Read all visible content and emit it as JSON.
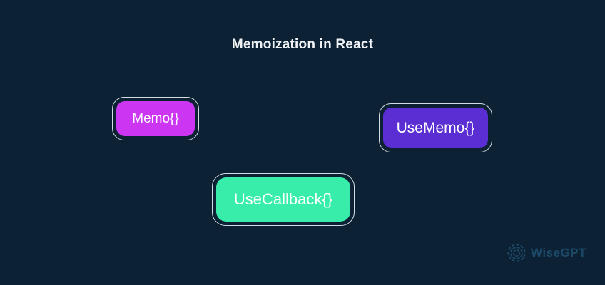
{
  "title": "Memoization in React",
  "boxes": [
    {
      "id": "memo",
      "label": "Memo{}",
      "fill": "#cc35f2"
    },
    {
      "id": "usememo",
      "label": "UseMemo{}",
      "fill": "#5a2ed2"
    },
    {
      "id": "usecallback",
      "label": "UseCallback{}",
      "fill": "#38edaa"
    }
  ],
  "watermark": {
    "brand": "WiseGPT",
    "icon": "swirl-icon",
    "color": "#1d4c6b"
  },
  "colors": {
    "background": "#0c2133",
    "ring": "#e4edf3",
    "box_text": "#ffffff",
    "title_text": "#eef2f6"
  }
}
